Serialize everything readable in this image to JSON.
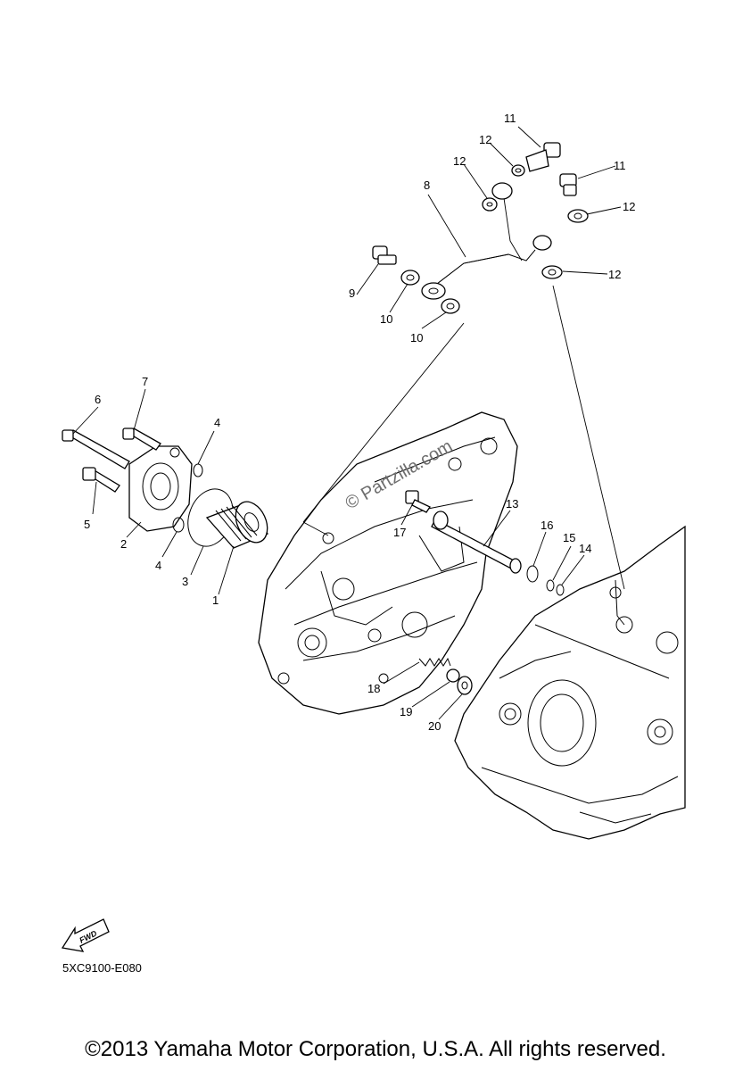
{
  "diagram": {
    "watermark": "© Partzilla.com",
    "reference_code": "5XC9100-E080",
    "fwd_arrow_label": "FWD",
    "copyright": "©2013 Yamaha Motor Corporation, U.S.A. All rights reserved."
  },
  "callouts": [
    {
      "id": "c1",
      "text": "1"
    },
    {
      "id": "c2",
      "text": "2"
    },
    {
      "id": "c3",
      "text": "3"
    },
    {
      "id": "c4a",
      "text": "4"
    },
    {
      "id": "c4b",
      "text": "4"
    },
    {
      "id": "c5",
      "text": "5"
    },
    {
      "id": "c6",
      "text": "6"
    },
    {
      "id": "c7",
      "text": "7"
    },
    {
      "id": "c8",
      "text": "8"
    },
    {
      "id": "c9",
      "text": "9"
    },
    {
      "id": "c10a",
      "text": "10"
    },
    {
      "id": "c10b",
      "text": "10"
    },
    {
      "id": "c11a",
      "text": "11"
    },
    {
      "id": "c11b",
      "text": "11"
    },
    {
      "id": "c12a",
      "text": "12"
    },
    {
      "id": "c12b",
      "text": "12"
    },
    {
      "id": "c12c",
      "text": "12"
    },
    {
      "id": "c12d",
      "text": "12"
    },
    {
      "id": "c13",
      "text": "13"
    },
    {
      "id": "c14",
      "text": "14"
    },
    {
      "id": "c15",
      "text": "15"
    },
    {
      "id": "c16",
      "text": "16"
    },
    {
      "id": "c17",
      "text": "17"
    },
    {
      "id": "c18",
      "text": "18"
    },
    {
      "id": "c19",
      "text": "19"
    },
    {
      "id": "c20",
      "text": "20"
    }
  ]
}
